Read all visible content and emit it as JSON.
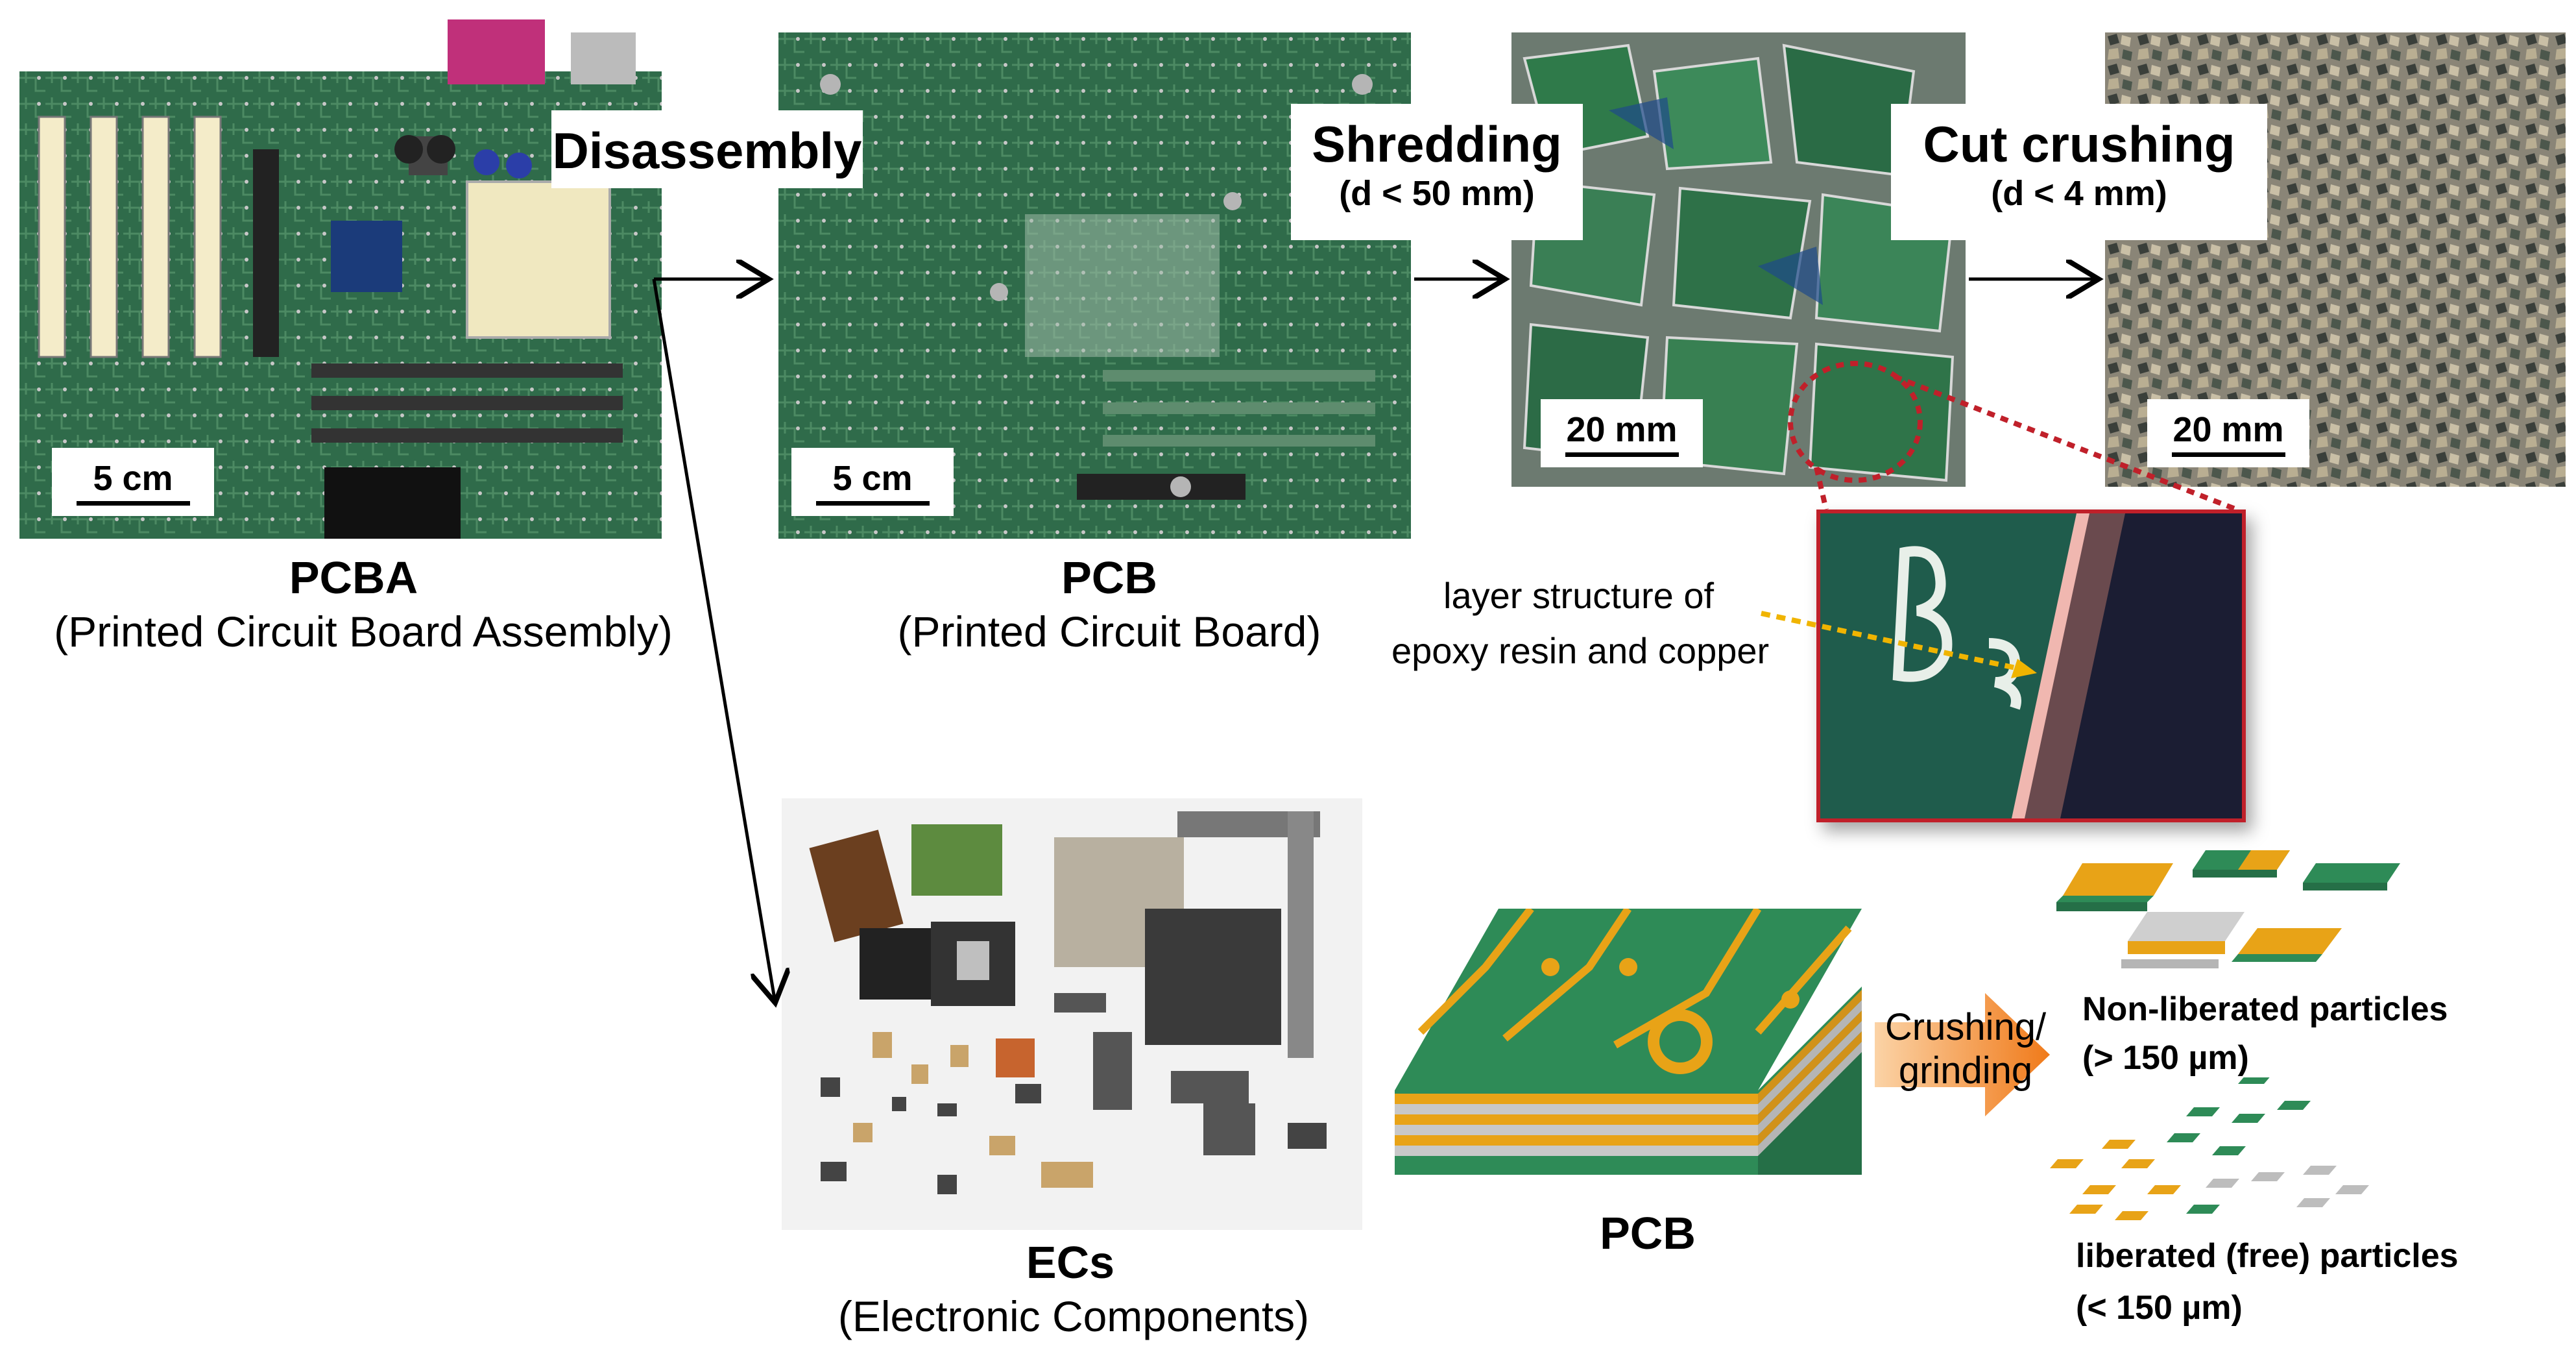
{
  "pcba": {
    "title": "PCBA",
    "subtitle": "(Printed Circuit Board Assembly)",
    "scale": "5 cm"
  },
  "pcb_photo": {
    "title": "PCB",
    "subtitle": "(Printed Circuit Board)",
    "scale": "5 cm"
  },
  "steps": {
    "disassembly": "Disassembly",
    "shredding": "Shredding",
    "shredding_size": "(d < 50 mm)",
    "cut_crushing": "Cut crushing",
    "cut_crushing_size": "(d < 4 mm)"
  },
  "shredded": {
    "scale": "20 mm"
  },
  "crushed": {
    "scale": "20 mm"
  },
  "layer_label": {
    "line1": "layer structure of",
    "line2": "epoxy resin and copper"
  },
  "ecs": {
    "title": "ECs",
    "subtitle": "(Electronic Components)"
  },
  "pcb_diagram": {
    "title": "PCB",
    "process": "Crushing/ grinding"
  },
  "particles": {
    "non_liberated": "Non-liberated particles",
    "non_liberated_size": "(> 150 µm)",
    "liberated": "liberated (free) particles",
    "liberated_size": "(< 150 µm)"
  },
  "colors": {
    "pcb_green": "#2e8b57",
    "copper": "#e8a317",
    "arrow_orange": "#f07a1a",
    "zoom_red": "#c0202a",
    "pointer_yellow": "#f0b400"
  }
}
